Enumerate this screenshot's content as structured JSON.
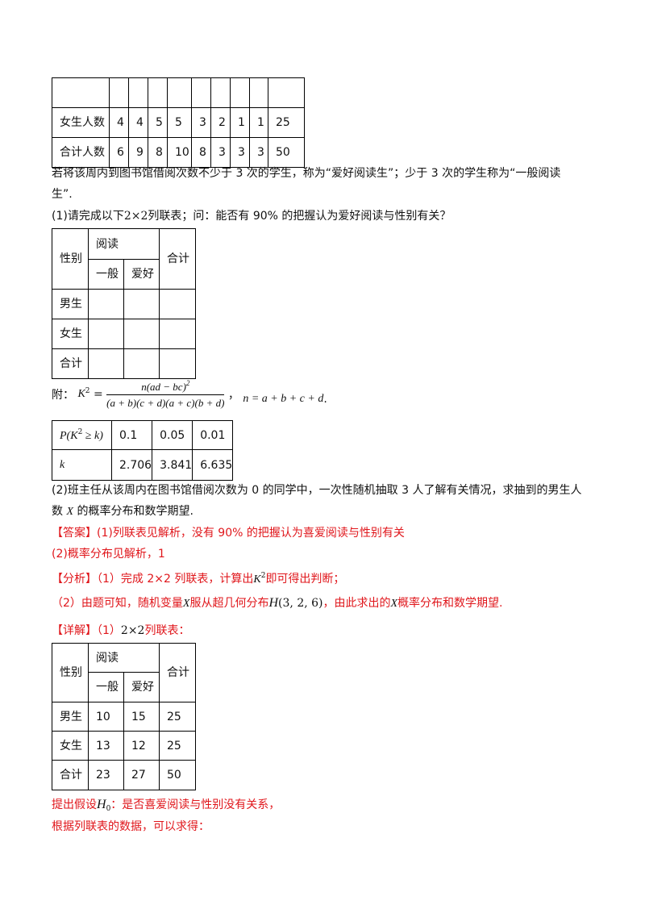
{
  "top_table": {
    "rows": [
      {
        "label": "",
        "values": [
          "",
          "",
          "",
          "",
          "",
          "",
          "",
          "",
          ""
        ]
      },
      {
        "label": "女生人数",
        "values": [
          "4",
          "4",
          "5",
          "5",
          "3",
          "2",
          "1",
          "1",
          "25"
        ]
      },
      {
        "label": "合计人数",
        "values": [
          "6",
          "9",
          "8",
          "10",
          "8",
          "3",
          "3",
          "3",
          "50"
        ]
      }
    ]
  },
  "intro_line1": "若将该周内到图书馆借阅次数不少于 3 次的学生，称为“爱好阅读生”；少于 3 次的学生称为“一般阅读",
  "intro_line2": "生”.",
  "q1": {
    "prefix": "(1)请完成以下",
    "mid": "2×2",
    "suffix": "列联表；问：能否有 90% 的把握认为爱好阅读与性别有关？"
  },
  "blank_table": {
    "gender": "性别",
    "reading": "阅读",
    "general": "一般",
    "love": "爱好",
    "total": "合计",
    "rows": [
      {
        "label": "男生",
        "values": [
          "",
          "",
          ""
        ]
      },
      {
        "label": "女生",
        "values": [
          "",
          "",
          ""
        ]
      },
      {
        "label": "合计",
        "values": [
          "",
          "",
          ""
        ]
      }
    ]
  },
  "formula": {
    "prefix": "附：",
    "lhs": "K",
    "exp": "2",
    "eq": "=",
    "numerator": "n(ad − bc)",
    "num_exp": "2",
    "denominator": "(a + b)(c + d)(a + c)(b + d)",
    "sep": "，",
    "n_def": "n = a + b + c + d",
    "end": "."
  },
  "crit_table": {
    "row1_label": "P(K",
    "row1_label_exp": "2",
    "row1_label_end": " ≥ k)",
    "row1_values": [
      "0.1",
      "0.05",
      "0.01"
    ],
    "row2_label": "k",
    "row2_values": [
      "2.706",
      "3.841",
      "6.635"
    ]
  },
  "q2": {
    "line1": "(2)班主任从该周内在图书馆借阅次数为 0 的同学中，一次性随机抽取 3 人了解有关情况，求抽到的男生人",
    "line2_a": "数",
    "line2_var": "X",
    "line2_b": "的概率分布和数学期望."
  },
  "answer": {
    "line1": "【答案】(1)列联表见解析，没有 90% 的把握认为喜爱阅读与性别有关",
    "line2": "(2)概率分布见解析，1"
  },
  "analysis": {
    "line1_a": "【分析】（1）完成 2×2 列联表，计算出",
    "line1_var": "K",
    "line1_exp": "2",
    "line1_b": "即可得出判断；",
    "line2_a": "（2）由题可知，随机变量",
    "line2_var": "X",
    "line2_b": "服从超几何分布",
    "line2_h": "H",
    "line2_args": "(3, 2, 6)",
    "line2_c": "，由此求出的",
    "line2_var2": "X",
    "line2_d": "概率分布和数学期望."
  },
  "detail": {
    "label": "【详解】（1）",
    "mid": "2×2",
    "suffix": "列联表："
  },
  "filled_table": {
    "gender": "性别",
    "reading": "阅读",
    "general": "一般",
    "love": "爱好",
    "total": "合计",
    "rows": [
      {
        "label": "男生",
        "values": [
          "10",
          "15",
          "25"
        ]
      },
      {
        "label": "女生",
        "values": [
          "13",
          "12",
          "25"
        ]
      },
      {
        "label": "合计",
        "values": [
          "23",
          "27",
          "50"
        ]
      }
    ]
  },
  "hypothesis": {
    "a": "提出假设",
    "var": "H",
    "sub": "0",
    "b": "：是否喜爱阅读与性别没有关系，"
  },
  "last_line": "根据列联表的数据，可以求得："
}
